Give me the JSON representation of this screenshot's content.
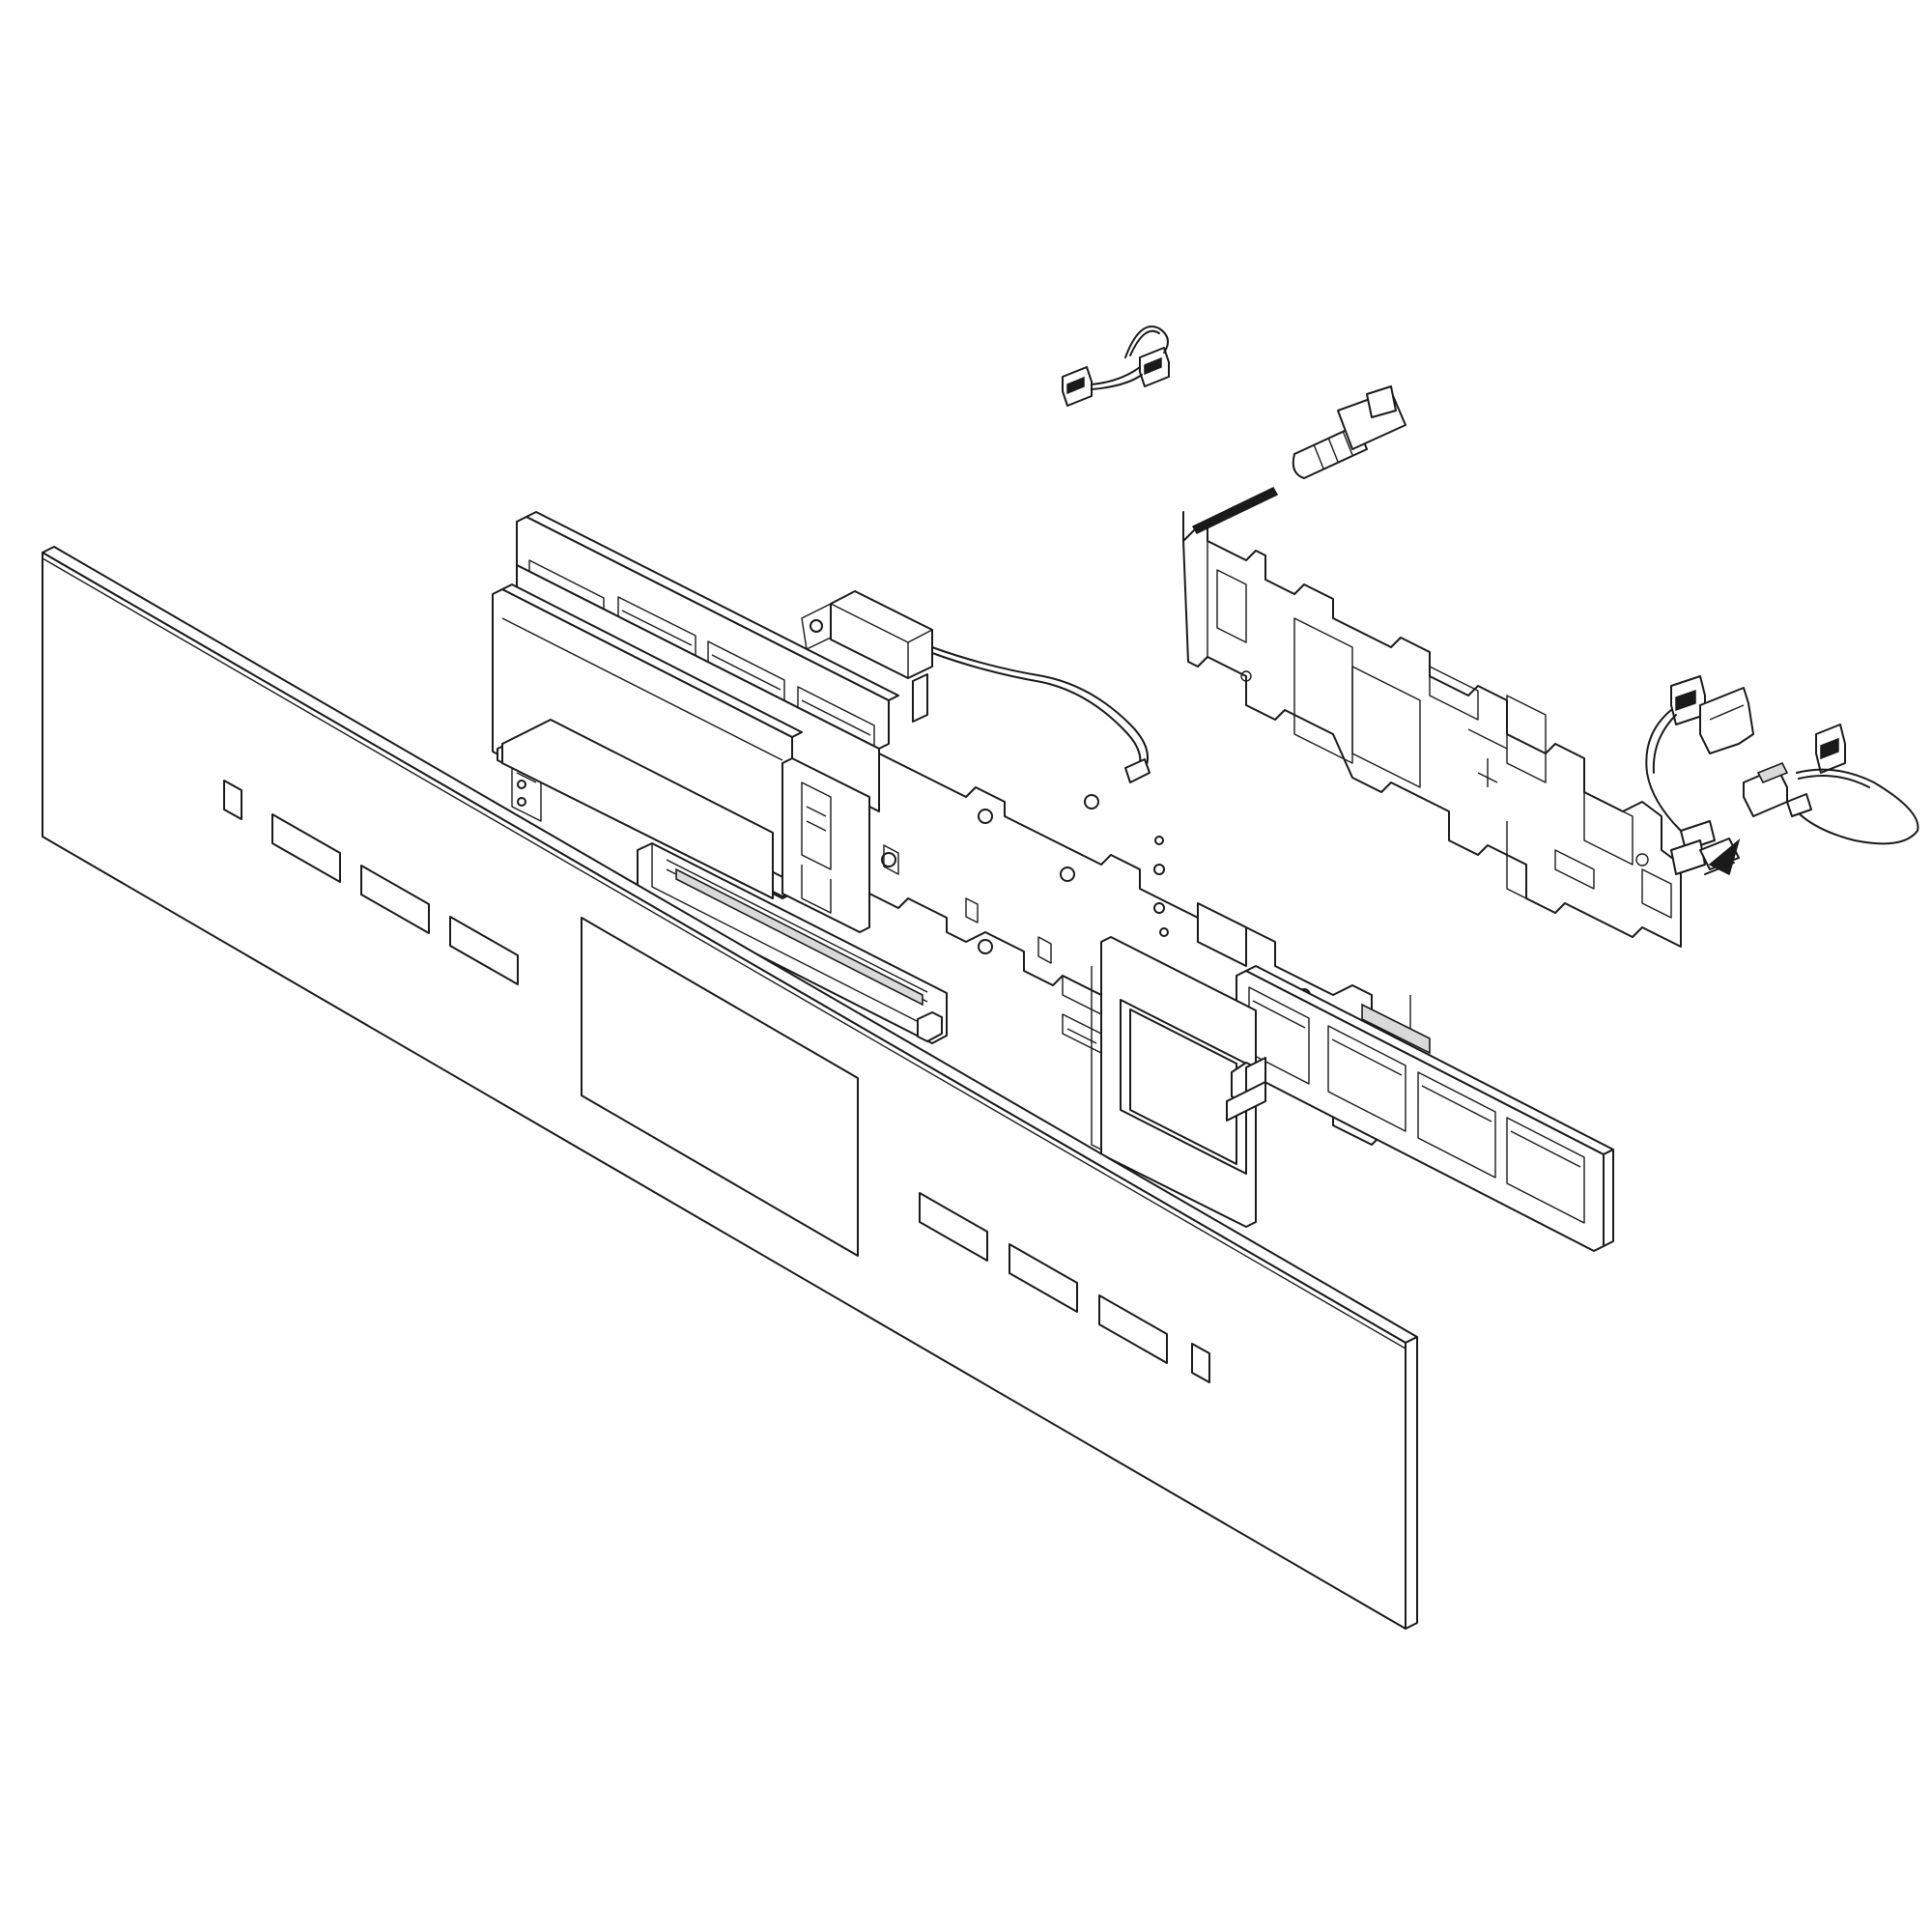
{
  "diagram": {
    "kind": "exploded isometric parts view",
    "background": "#ffffff",
    "line_color": "#1a1a1a",
    "parts": [
      "front-glass-panel",
      "touch-key-board",
      "display-window-frame",
      "main-control-board",
      "board-bracket",
      "mounting-screw",
      "wire-harness-upper",
      "wire-harness-right",
      "sensor-connector"
    ]
  }
}
